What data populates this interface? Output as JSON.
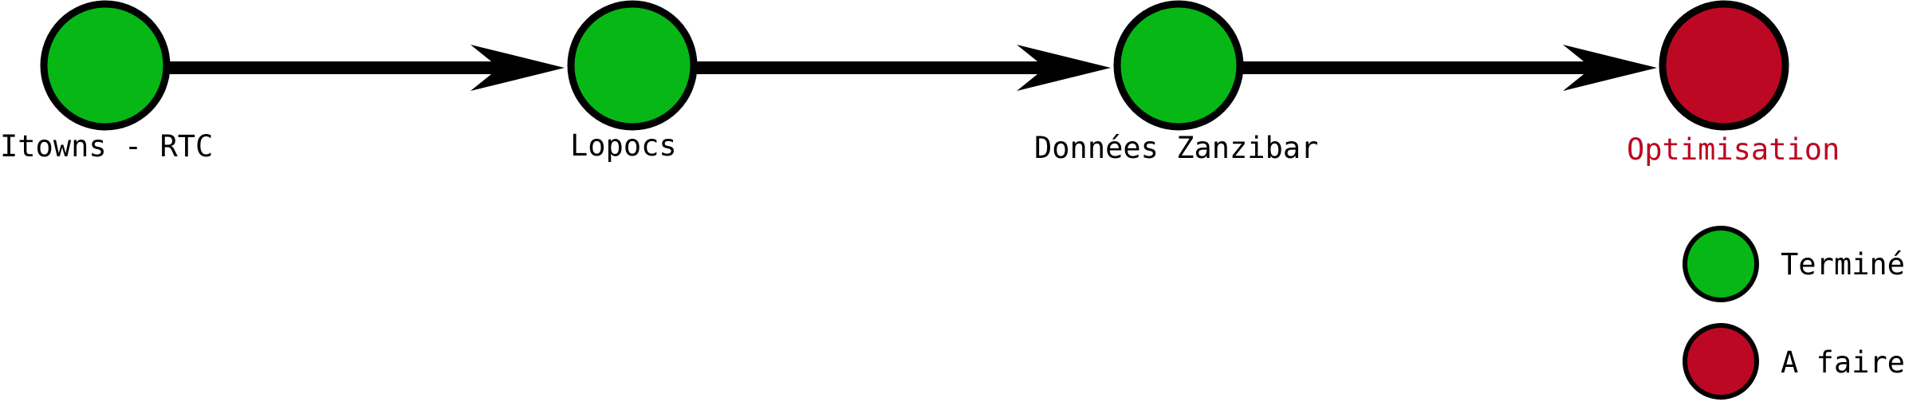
{
  "colors": {
    "done": "#07b716",
    "todo": "#bd0823",
    "stroke": "#000000",
    "todo_label": "#bd0823",
    "default_label": "#000000"
  },
  "steps": [
    {
      "label": "Itowns - RTC",
      "status": "done"
    },
    {
      "label": "Lopocs",
      "status": "done"
    },
    {
      "label": "Données Zanzibar",
      "status": "done"
    },
    {
      "label": "Optimisation",
      "status": "todo"
    }
  ],
  "legend": [
    {
      "label": "Terminé",
      "status": "done"
    },
    {
      "label": "A faire",
      "status": "todo"
    }
  ]
}
